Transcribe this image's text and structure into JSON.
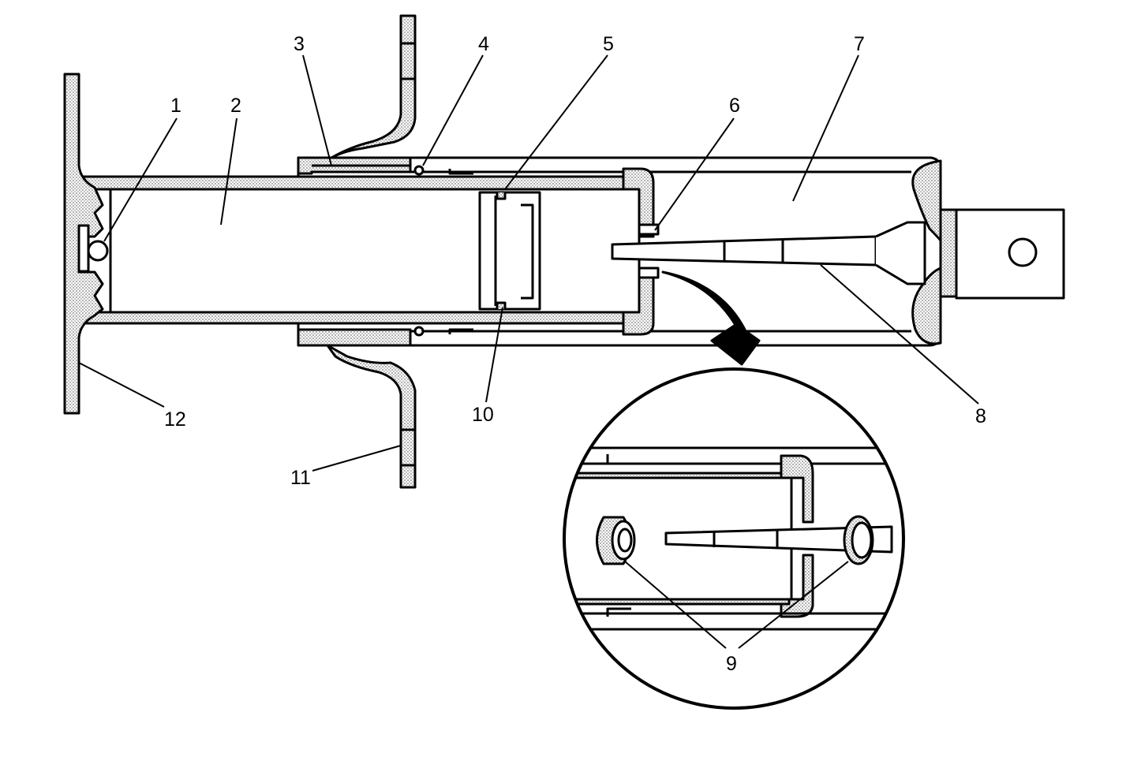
{
  "diagram": {
    "colors": {
      "ink": "#000000",
      "fill": "#ffffff",
      "stipple": "#cfcfcf"
    },
    "callouts": {
      "c1": "1",
      "c2": "2",
      "c3": "3",
      "c4": "4",
      "c5": "5",
      "c6": "6",
      "c7": "7",
      "c8": "8",
      "c9": "9",
      "c10": "10",
      "c11": "11",
      "c12": "12"
    }
  }
}
